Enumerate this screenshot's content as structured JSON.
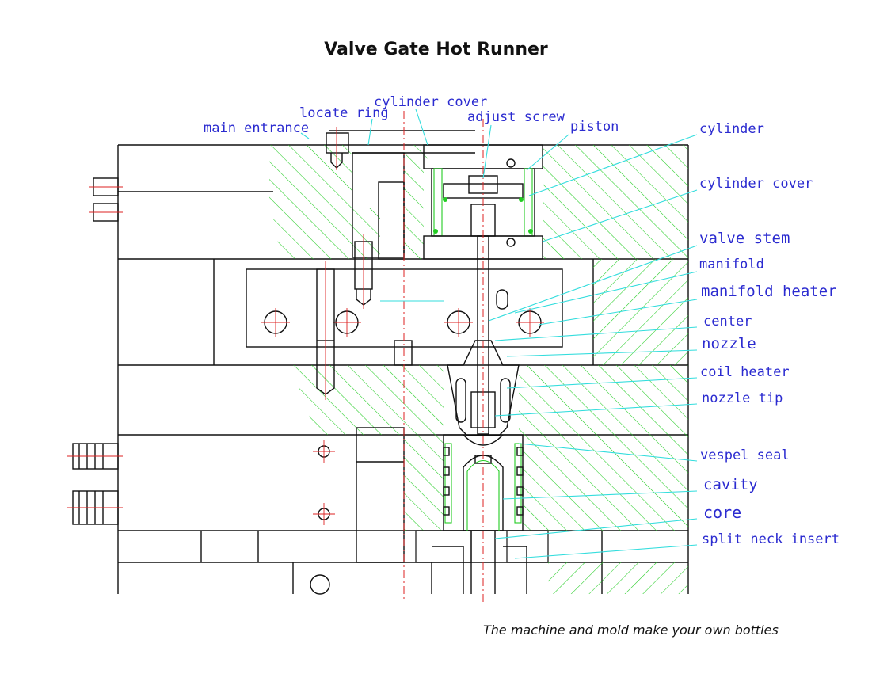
{
  "title": "Valve Gate Hot Runner",
  "caption": "The machine and mold make your own bottles",
  "labels": {
    "locate_ring": "locate ring",
    "main_entrance": "main entrance",
    "cylinder_cover_top": "cylinder cover",
    "adjust_screw": "adjust screw",
    "piston": "piston",
    "cylinder": "cylinder",
    "cylinder_cover_right": "cylinder cover",
    "valve_stem": "valve stem",
    "manifold": "manifold",
    "manifold_heater": "manifold heater",
    "center": "center",
    "nozzle": "nozzle",
    "coil_heater": "coil heater",
    "nozzle_tip": "nozzle tip",
    "vespel_seal": "vespel seal",
    "cavity": "cavity",
    "core": "core",
    "split_neck_insert": "split neck insert"
  },
  "colors": {
    "label_text": "#2b2bd0",
    "leader_line": "#33dddd",
    "hatch": "#22cc22",
    "centerline": "#dd2222",
    "outline": "#111111"
  }
}
